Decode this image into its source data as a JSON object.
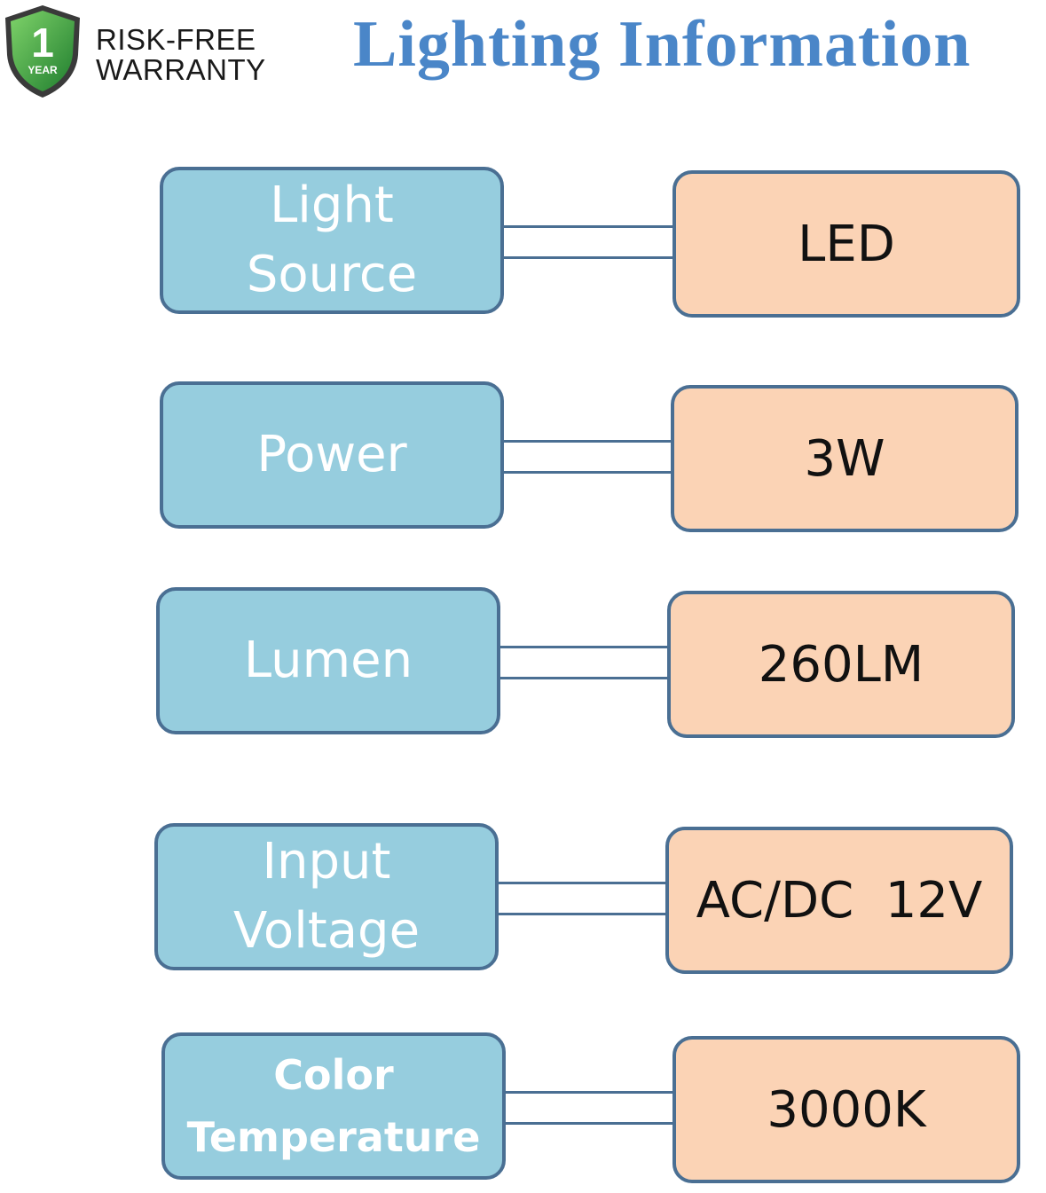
{
  "warranty": {
    "badge_number": "1",
    "badge_unit": "YEAR",
    "line1": "RISK-FREE",
    "line2": "WARRANTY",
    "icon": "shield-icon"
  },
  "title": "Lighting Information",
  "colors": {
    "title": "#4a86c8",
    "label_fill": "#96cdde",
    "value_fill": "#fbd3b5",
    "border": "#4a6f93",
    "shield_green": "#2e9e3f"
  },
  "specs": [
    {
      "label": "Light\nSource",
      "value": "LED"
    },
    {
      "label": "Power",
      "value": "3W"
    },
    {
      "label": "Lumen",
      "value": "260LM"
    },
    {
      "label": "Input\nVoltage",
      "value": "AC/DC  12V"
    },
    {
      "label": "Color\nTemperature",
      "value": "3000K"
    }
  ]
}
